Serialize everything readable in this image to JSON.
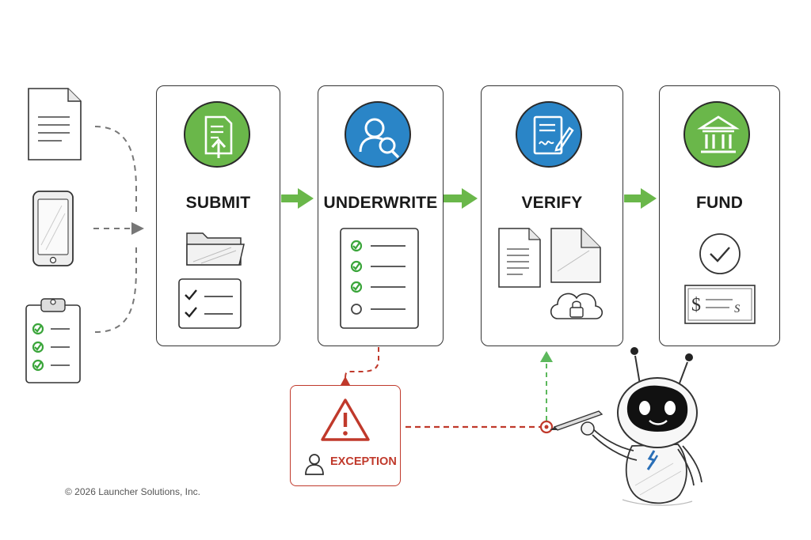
{
  "stages": [
    {
      "title": "SUBMIT",
      "color": "#6ab74a",
      "icon": "document-upload-icon"
    },
    {
      "title": "UNDERWRITE",
      "color": "#2a85c7",
      "icon": "user-search-icon"
    },
    {
      "title": "VERIFY",
      "color": "#2a85c7",
      "icon": "signed-document-icon"
    },
    {
      "title": "FUND",
      "color": "#6ab74a",
      "icon": "bank-icon"
    }
  ],
  "inputs": [
    "document-icon",
    "mobile-phone-icon",
    "clipboard-checklist-icon"
  ],
  "exception": {
    "label": "EXCEPTION",
    "color": "#c0392b"
  },
  "footer": {
    "copyright": "© 2026 Launcher Solutions, Inc."
  },
  "colors": {
    "flow_arrow": "#6ab74a",
    "check": "#3aa53a",
    "exception": "#c0392b",
    "verify_path": "#5cb85c"
  }
}
